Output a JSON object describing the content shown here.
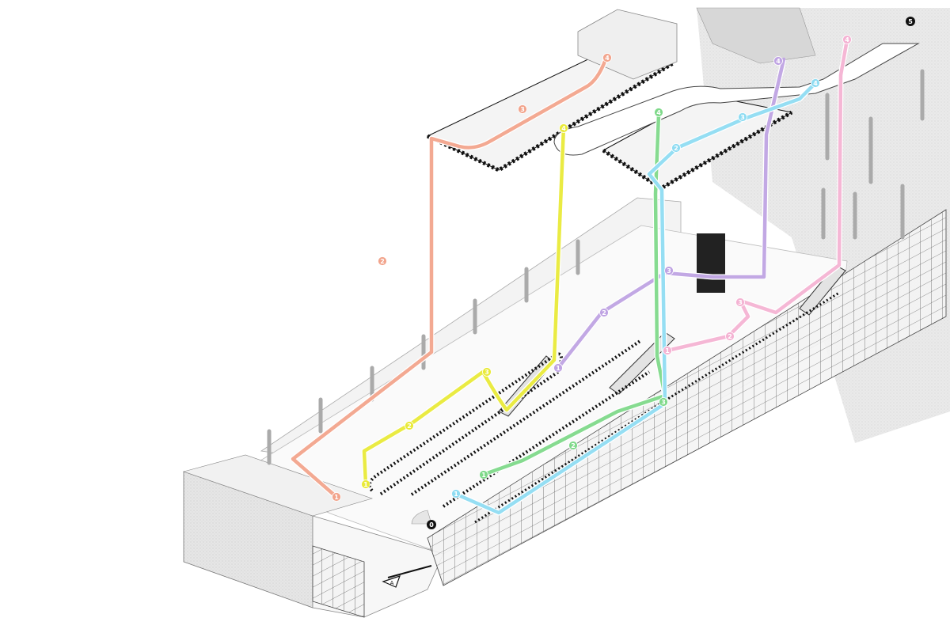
{
  "diagram": {
    "colors": {
      "salmon": "#f2a48c",
      "yellow": "#e9ea39",
      "purple": "#bfa3e3",
      "green": "#7fd98a",
      "cyan": "#8fdcf2",
      "pink": "#f4b3d3",
      "structure": "#111111",
      "wall": "#d9d9d9"
    },
    "routes": [
      {
        "name": "route-salmon",
        "color": "salmon",
        "markers": [
          "1",
          "2",
          "3",
          "4"
        ]
      },
      {
        "name": "route-yellow",
        "color": "yellow",
        "markers": [
          "1",
          "2",
          "3",
          "4"
        ]
      },
      {
        "name": "route-purple",
        "color": "purple",
        "markers": [
          "1",
          "2",
          "3",
          "4"
        ]
      },
      {
        "name": "route-green",
        "color": "green",
        "markers": [
          "1",
          "2",
          "3",
          "4"
        ]
      },
      {
        "name": "route-cyan",
        "color": "cyan",
        "markers": [
          "1",
          "2",
          "3",
          "4"
        ]
      },
      {
        "name": "route-pink",
        "color": "pink",
        "markers": [
          "1",
          "2",
          "3",
          "4"
        ]
      }
    ],
    "reference_points": {
      "start": "0",
      "end": "5",
      "section": "A"
    }
  }
}
